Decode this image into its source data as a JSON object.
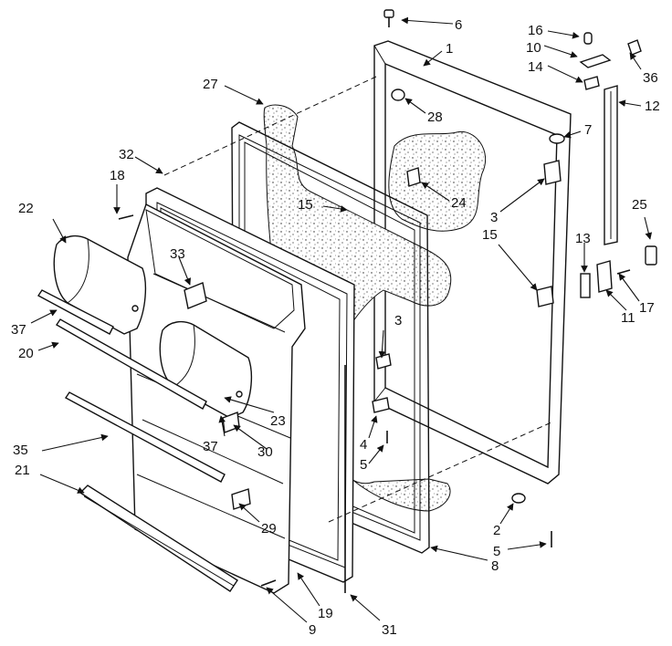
{
  "callouts": [
    {
      "id": "c6",
      "text": "6"
    },
    {
      "id": "c1",
      "text": "1"
    },
    {
      "id": "c16",
      "text": "16"
    },
    {
      "id": "c10",
      "text": "10"
    },
    {
      "id": "c14",
      "text": "14"
    },
    {
      "id": "c36",
      "text": "36"
    },
    {
      "id": "c12",
      "text": "12"
    },
    {
      "id": "c27",
      "text": "27"
    },
    {
      "id": "c28",
      "text": "28"
    },
    {
      "id": "c7",
      "text": "7"
    },
    {
      "id": "c32",
      "text": "32"
    },
    {
      "id": "c18",
      "text": "18"
    },
    {
      "id": "c24",
      "text": "24"
    },
    {
      "id": "c15a",
      "text": "15"
    },
    {
      "id": "c3a",
      "text": "3"
    },
    {
      "id": "c15b",
      "text": "15"
    },
    {
      "id": "c25",
      "text": "25"
    },
    {
      "id": "c22",
      "text": "22"
    },
    {
      "id": "c13",
      "text": "13"
    },
    {
      "id": "c33",
      "text": "33"
    },
    {
      "id": "c17",
      "text": "17"
    },
    {
      "id": "c11",
      "text": "11"
    },
    {
      "id": "c37a",
      "text": "37"
    },
    {
      "id": "c20",
      "text": "20"
    },
    {
      "id": "c3b",
      "text": "3"
    },
    {
      "id": "c23",
      "text": "23"
    },
    {
      "id": "c4",
      "text": "4"
    },
    {
      "id": "c37b",
      "text": "37"
    },
    {
      "id": "c30",
      "text": "30"
    },
    {
      "id": "c35",
      "text": "35"
    },
    {
      "id": "c5a",
      "text": "5"
    },
    {
      "id": "c21",
      "text": "21"
    },
    {
      "id": "c29",
      "text": "29"
    },
    {
      "id": "c2",
      "text": "2"
    },
    {
      "id": "c5b",
      "text": "5"
    },
    {
      "id": "c8",
      "text": "8"
    },
    {
      "id": "c19",
      "text": "19"
    },
    {
      "id": "c9",
      "text": "9"
    },
    {
      "id": "c31",
      "text": "31"
    }
  ]
}
